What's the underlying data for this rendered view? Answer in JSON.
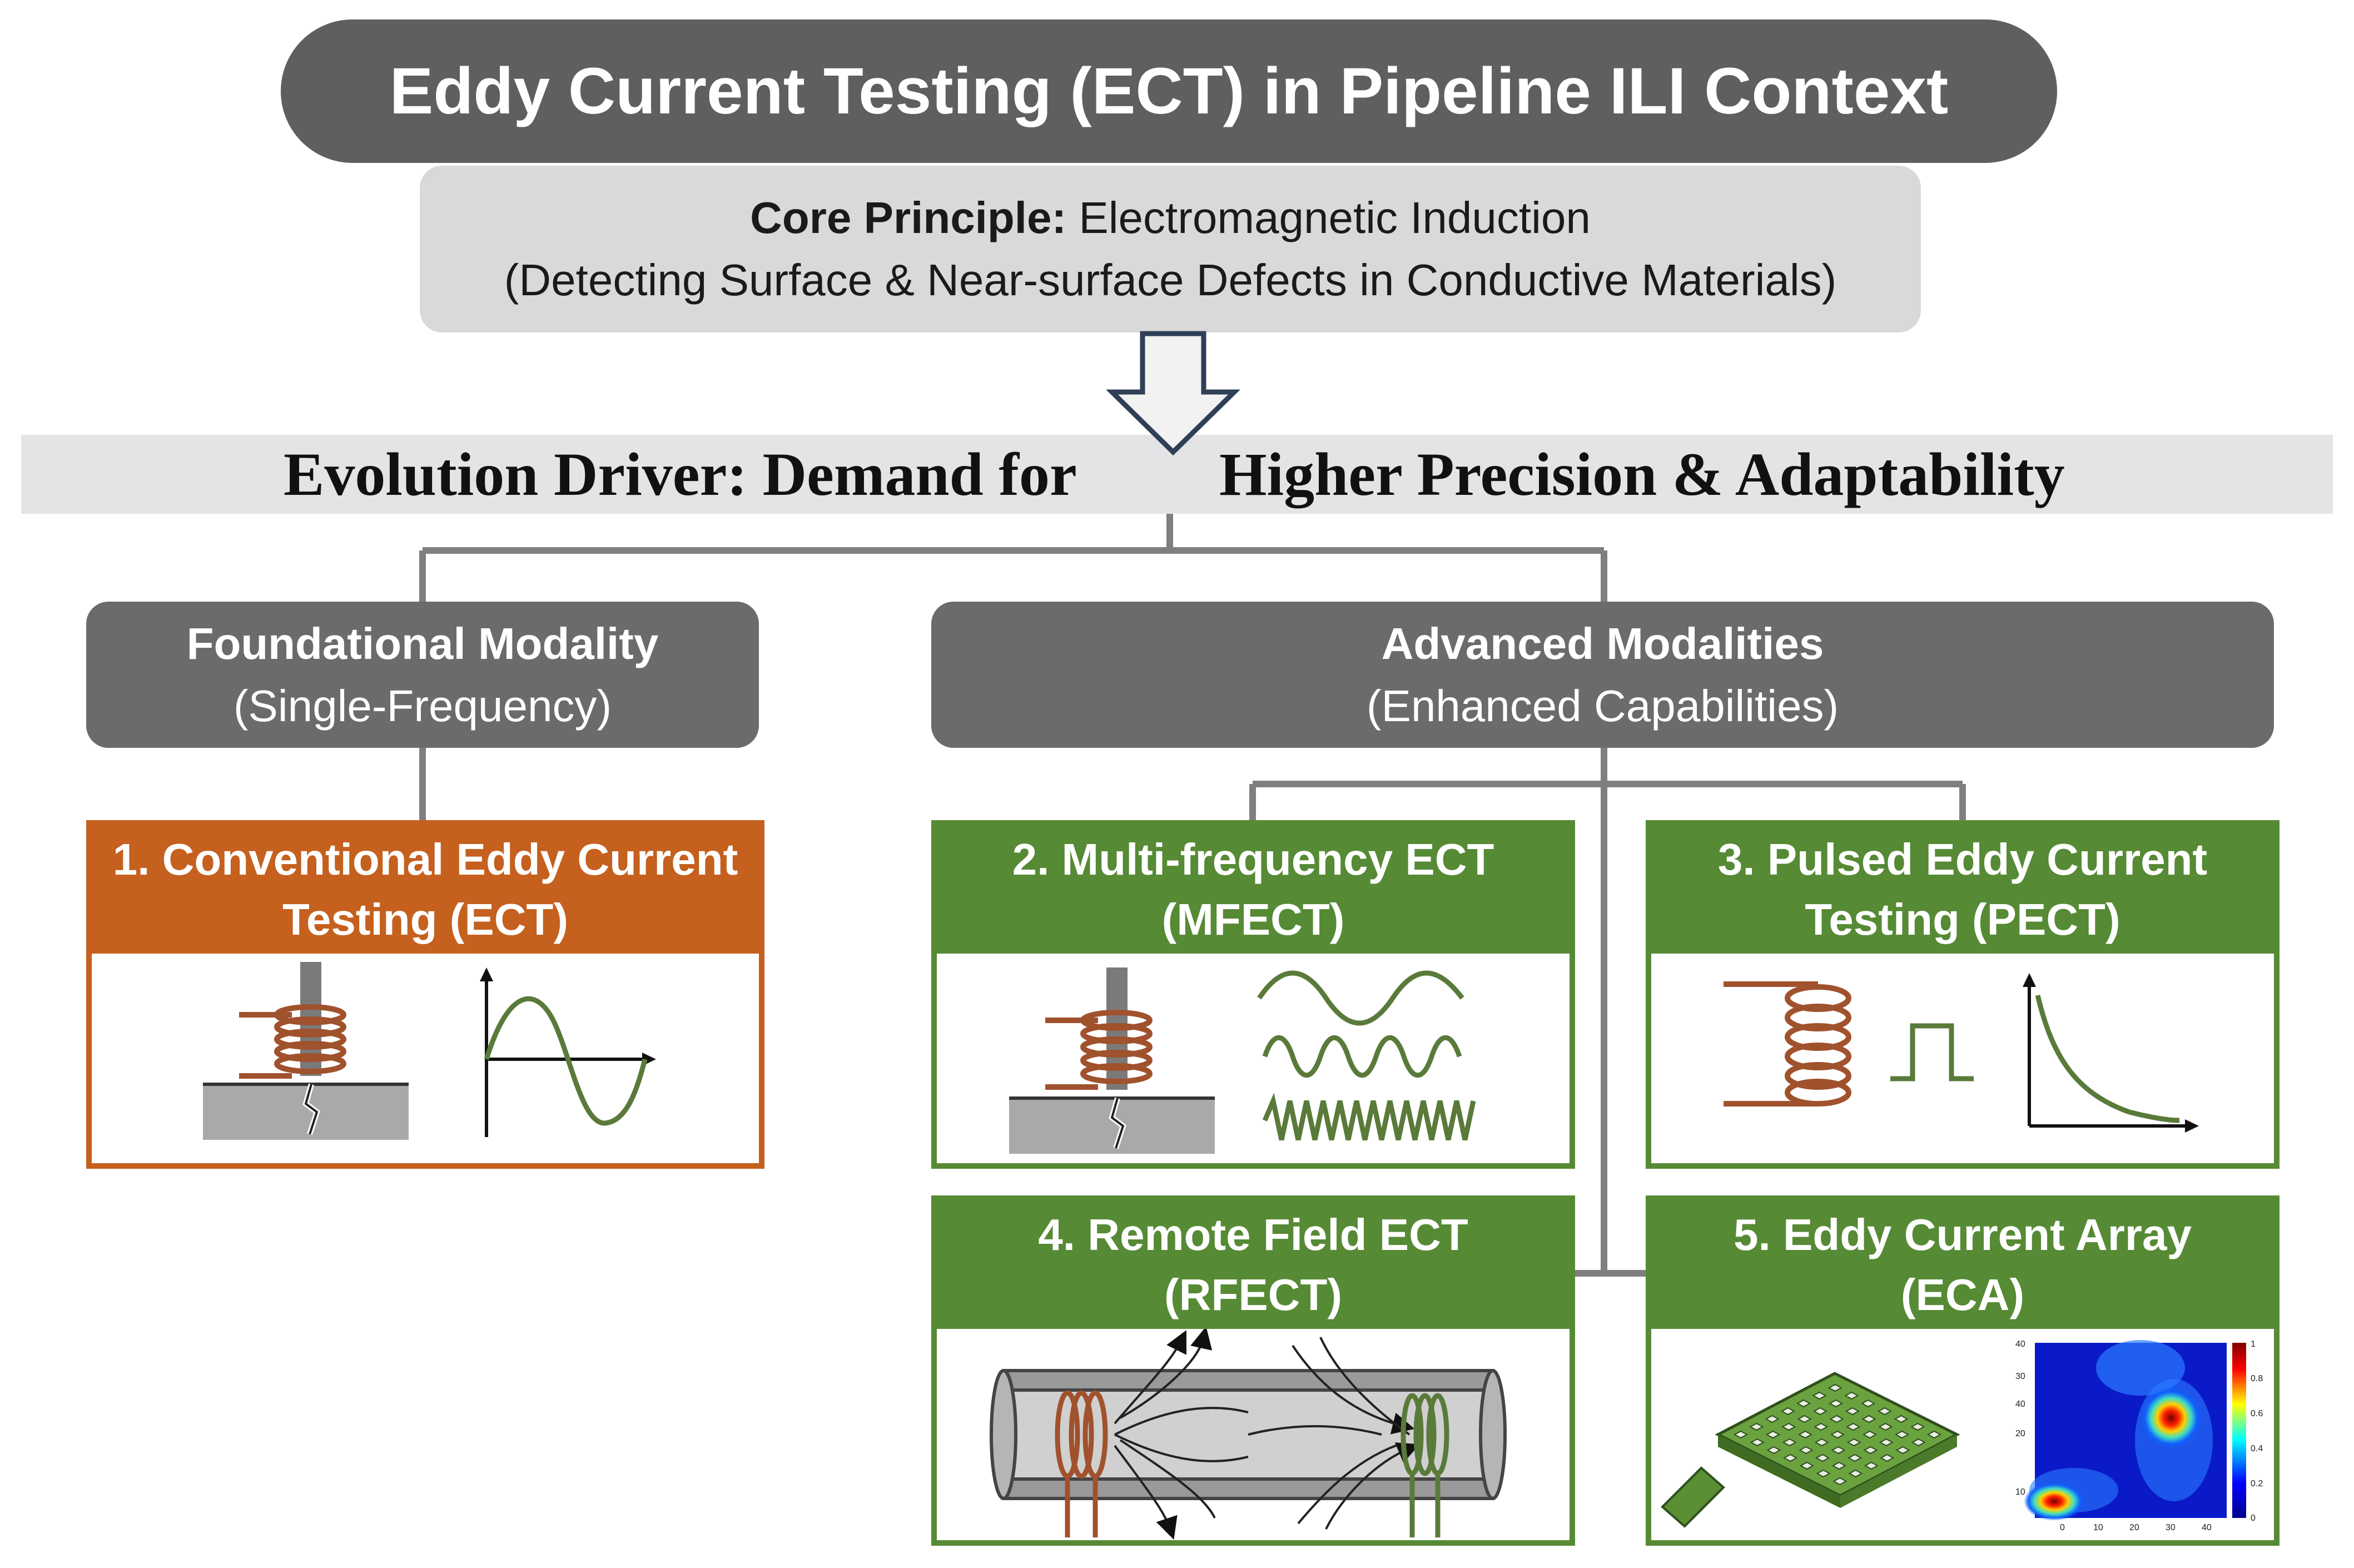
{
  "title": "Eddy Current Testing (ECT) in Pipeline ILI Context",
  "core": {
    "label": "Core Principle:",
    "value": "Electromagnetic Induction",
    "detail": "(Detecting Surface & Near-surface Defects in Conductive Materials)"
  },
  "driver": {
    "left_text": "Evolution Driver: Demand for",
    "right_text": "Higher Precision & Adaptability"
  },
  "categories": [
    {
      "title": "Foundational Modality",
      "subtitle": "(Single-Frequency)"
    },
    {
      "title": "Advanced Modalities",
      "subtitle": "(Enhanced Capabilities)"
    }
  ],
  "methods": [
    {
      "line1": "1. Conventional Eddy Current",
      "line2": "Testing (ECT)"
    },
    {
      "line1": "2. Multi-frequency ECT",
      "line2": "(MFECT)"
    },
    {
      "line1": "3. Pulsed Eddy Current",
      "line2": "Testing (PECT)"
    },
    {
      "line1": "4. Remote Field ECT",
      "line2": "(RFECT)"
    },
    {
      "line1": "5. Eddy Current Array",
      "line2": "(ECA)"
    }
  ],
  "heatmap": {
    "x_ticks": [
      "0",
      "10",
      "20",
      "30",
      "40"
    ],
    "y_ticks": [
      "40",
      "30",
      "40",
      "20",
      "10"
    ],
    "colorbar_ticks": [
      "1",
      "0.8",
      "0.6",
      "0.4",
      "0.2",
      "0"
    ]
  },
  "colors": {
    "title_bg": "#5f5f5f",
    "core_bg": "#d9d9d9",
    "category_bg": "#6b6b6b",
    "conventional": "#c5601e",
    "advanced": "#568a35"
  }
}
